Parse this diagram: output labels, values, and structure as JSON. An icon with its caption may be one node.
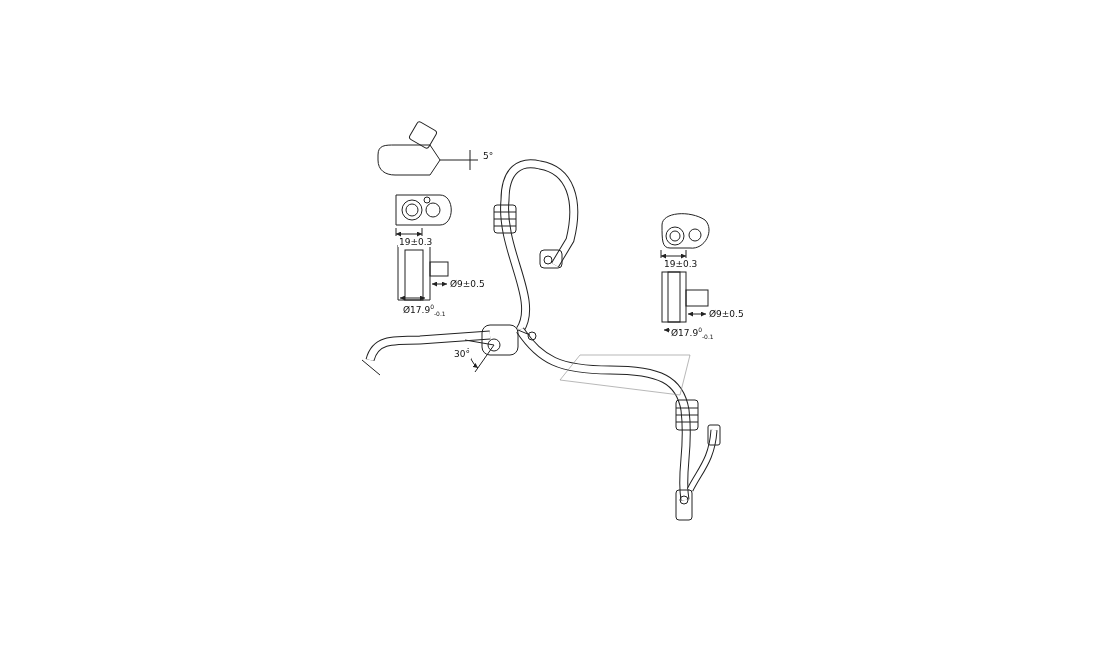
{
  "diagram": {
    "labels": [
      "5°",
      "19±0.3",
      "19±0.3",
      "Ø9±0.5",
      "Ø17.9$^{0}$$_{-0.1}$",
      "Ø9±0.5",
      "Ø17.9$^{0}$$_{-0.1}$",
      "30°"
    ]
  }
}
